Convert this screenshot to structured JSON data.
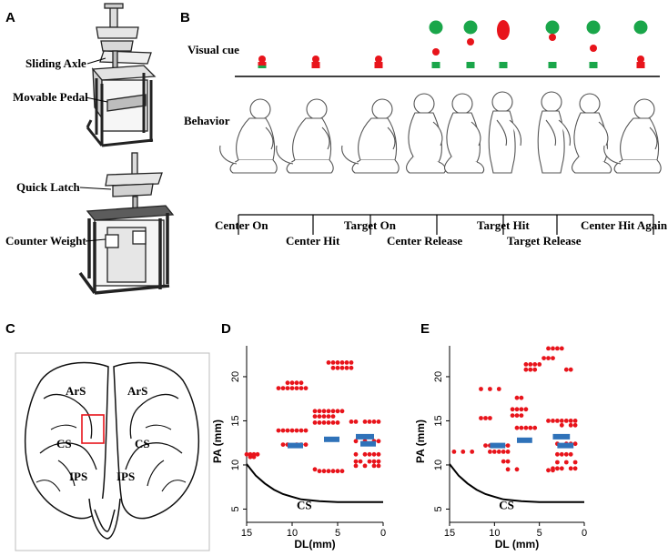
{
  "panels": {
    "A": "A",
    "B": "B",
    "C": "C",
    "D": "D",
    "E": "E"
  },
  "apparatus_labels": [
    "Sliding Axle",
    "Movable Pedal",
    "Quick Latch",
    "Counter Weight"
  ],
  "rows": {
    "visual_cue": "Visual cue",
    "behavior": "Behavior"
  },
  "events": [
    "Center On",
    "Center Hit",
    "Target On",
    "Center Release",
    "Target Hit",
    "Target Release",
    "Center Hit Again"
  ],
  "brain_labels": {
    "ars_left": "ArS",
    "ars_right": "ArS",
    "cs_left": "CS",
    "cs_right": "CS",
    "ips_left": "IPS",
    "ips_right": "IPS"
  },
  "colors": {
    "red": "#e8141b",
    "green": "#1aa64a",
    "blue": "#2f72b9",
    "black": "#000000"
  },
  "chart_data": [
    {
      "panel": "D",
      "type": "scatter",
      "xlabel": "DL(mm)",
      "ylabel": "PA (mm)",
      "xlim": [
        15,
        0
      ],
      "ylim": [
        3.5,
        23.5
      ],
      "xticks": [
        15,
        10,
        5,
        0
      ],
      "yticks": [
        5,
        10,
        15,
        20
      ],
      "curve_label": "CS",
      "curve": [
        [
          15,
          10.1
        ],
        [
          14,
          8.8
        ],
        [
          13,
          7.9
        ],
        [
          12,
          7.2
        ],
        [
          11,
          6.7
        ],
        [
          10,
          6.4
        ],
        [
          9,
          6.1
        ],
        [
          8,
          6.0
        ],
        [
          7,
          5.9
        ],
        [
          6,
          5.85
        ],
        [
          5,
          5.8
        ],
        [
          4,
          5.8
        ],
        [
          3,
          5.8
        ],
        [
          2,
          5.8
        ],
        [
          1,
          5.8
        ],
        [
          0,
          5.8
        ]
      ],
      "points": [
        [
          15,
          11.2
        ],
        [
          14.6,
          11.2
        ],
        [
          14.2,
          11.2
        ],
        [
          13.8,
          11.2
        ],
        [
          14.6,
          10.9
        ],
        [
          14.2,
          10.9
        ],
        [
          11.5,
          13.9
        ],
        [
          11,
          13.9
        ],
        [
          10.5,
          13.9
        ],
        [
          10,
          13.9
        ],
        [
          9.5,
          13.9
        ],
        [
          9,
          13.9
        ],
        [
          8.5,
          13.9
        ],
        [
          11.5,
          18.7
        ],
        [
          11,
          18.7
        ],
        [
          10.5,
          18.7
        ],
        [
          10,
          18.7
        ],
        [
          9.5,
          18.7
        ],
        [
          9,
          18.7
        ],
        [
          8.5,
          18.7
        ],
        [
          10.5,
          19.3
        ],
        [
          10,
          19.3
        ],
        [
          9.5,
          19.3
        ],
        [
          9,
          19.3
        ],
        [
          11,
          12.3
        ],
        [
          10.5,
          12.3
        ],
        [
          9.5,
          12.3
        ],
        [
          9,
          12.3
        ],
        [
          8.5,
          12.3
        ],
        [
          7.5,
          16.1
        ],
        [
          7,
          16.1
        ],
        [
          6.5,
          16.1
        ],
        [
          6,
          16.1
        ],
        [
          5.5,
          16.1
        ],
        [
          5,
          16.1
        ],
        [
          4.5,
          16.1
        ],
        [
          7.5,
          15.5
        ],
        [
          7,
          15.5
        ],
        [
          6.5,
          15.5
        ],
        [
          6,
          15.5
        ],
        [
          5.5,
          15.5
        ],
        [
          7.5,
          14.8
        ],
        [
          7,
          14.8
        ],
        [
          6.5,
          14.8
        ],
        [
          6,
          14.8
        ],
        [
          5.5,
          14.8
        ],
        [
          5,
          14.8
        ],
        [
          7,
          9.3
        ],
        [
          6.5,
          9.3
        ],
        [
          6,
          9.3
        ],
        [
          5.5,
          9.3
        ],
        [
          5,
          9.3
        ],
        [
          4.5,
          9.3
        ],
        [
          7.5,
          9.5
        ],
        [
          6,
          21.6
        ],
        [
          5.5,
          21.6
        ],
        [
          5,
          21.6
        ],
        [
          4.5,
          21.6
        ],
        [
          4,
          21.6
        ],
        [
          3.5,
          21.6
        ],
        [
          5.5,
          21.0
        ],
        [
          5,
          21.0
        ],
        [
          4.5,
          21.0
        ],
        [
          4,
          21.0
        ],
        [
          3.5,
          21.0
        ],
        [
          3.5,
          14.9
        ],
        [
          3,
          14.9
        ],
        [
          2,
          14.9
        ],
        [
          1.5,
          14.9
        ],
        [
          1,
          14.9
        ],
        [
          0.5,
          14.9
        ],
        [
          3,
          11.2
        ],
        [
          2,
          11.2
        ],
        [
          1.5,
          11.2
        ],
        [
          1,
          11.2
        ],
        [
          0.5,
          11.2
        ],
        [
          3,
          10.4
        ],
        [
          2.5,
          10.4
        ],
        [
          1.5,
          10.4
        ],
        [
          1,
          10.4
        ],
        [
          0.5,
          10.4
        ],
        [
          3,
          9.9
        ],
        [
          2,
          9.9
        ],
        [
          1,
          9.9
        ],
        [
          0.5,
          9.9
        ],
        [
          3,
          12.7
        ],
        [
          2,
          12.7
        ],
        [
          1,
          12.7
        ],
        [
          0.5,
          12.7
        ]
      ],
      "bars": [
        [
          10.5,
          8.8,
          12.2
        ],
        [
          6.5,
          4.8,
          12.9
        ],
        [
          3,
          1,
          13.2
        ],
        [
          2.5,
          0.8,
          12.4
        ]
      ]
    },
    {
      "panel": "E",
      "type": "scatter",
      "xlabel": "DL (mm)",
      "ylabel": "PA (mm)",
      "xlim": [
        15,
        0
      ],
      "ylim": [
        3.5,
        23.5
      ],
      "xticks": [
        15,
        10,
        5,
        0
      ],
      "yticks": [
        5,
        10,
        15,
        20
      ],
      "curve_label": "CS",
      "curve": [
        [
          15,
          10.1
        ],
        [
          14,
          8.8
        ],
        [
          13,
          7.9
        ],
        [
          12,
          7.2
        ],
        [
          11,
          6.7
        ],
        [
          10,
          6.4
        ],
        [
          9,
          6.1
        ],
        [
          8,
          6.0
        ],
        [
          7,
          5.9
        ],
        [
          6,
          5.85
        ],
        [
          5,
          5.8
        ],
        [
          4,
          5.8
        ],
        [
          3,
          5.8
        ],
        [
          2,
          5.8
        ],
        [
          1,
          5.8
        ],
        [
          0,
          5.8
        ]
      ],
      "points": [
        [
          14.5,
          11.5
        ],
        [
          13.5,
          11.5
        ],
        [
          12.5,
          11.5
        ],
        [
          11.5,
          18.6
        ],
        [
          10.5,
          18.6
        ],
        [
          9.5,
          18.6
        ],
        [
          11.5,
          15.3
        ],
        [
          11,
          15.3
        ],
        [
          10.5,
          15.3
        ],
        [
          11,
          12.2
        ],
        [
          10.5,
          12.2
        ],
        [
          10,
          12.2
        ],
        [
          9.5,
          12.2
        ],
        [
          9,
          12.2
        ],
        [
          8.5,
          12.2
        ],
        [
          10.5,
          11.5
        ],
        [
          10,
          11.5
        ],
        [
          9.5,
          11.5
        ],
        [
          9,
          11.5
        ],
        [
          8.5,
          11.5
        ],
        [
          9,
          10.4
        ],
        [
          8.5,
          10.4
        ],
        [
          8.5,
          9.5
        ],
        [
          7.5,
          9.5
        ],
        [
          8,
          16.3
        ],
        [
          7.5,
          16.3
        ],
        [
          7,
          16.3
        ],
        [
          6.5,
          16.3
        ],
        [
          8,
          15.6
        ],
        [
          7.5,
          15.6
        ],
        [
          7,
          15.6
        ],
        [
          7.5,
          17.6
        ],
        [
          7,
          17.6
        ],
        [
          7.5,
          14.2
        ],
        [
          7,
          14.2
        ],
        [
          6.5,
          14.2
        ],
        [
          6,
          14.2
        ],
        [
          5.5,
          14.2
        ],
        [
          6.5,
          21.4
        ],
        [
          6,
          21.4
        ],
        [
          5.5,
          21.4
        ],
        [
          5,
          21.4
        ],
        [
          6.5,
          20.8
        ],
        [
          6,
          20.8
        ],
        [
          5.5,
          20.8
        ],
        [
          4.5,
          22.1
        ],
        [
          4,
          22.1
        ],
        [
          3.5,
          22.1
        ],
        [
          4,
          23.2
        ],
        [
          3.5,
          23.2
        ],
        [
          3,
          23.2
        ],
        [
          2.5,
          23.2
        ],
        [
          4,
          15.0
        ],
        [
          3.5,
          15.0
        ],
        [
          3,
          15.0
        ],
        [
          2.5,
          15.0
        ],
        [
          2,
          15.0
        ],
        [
          1.5,
          15.0
        ],
        [
          1,
          15.0
        ],
        [
          2.5,
          14.5
        ],
        [
          1.5,
          14.5
        ],
        [
          1,
          14.5
        ],
        [
          3,
          12.4
        ],
        [
          2,
          12.4
        ],
        [
          1.5,
          12.4
        ],
        [
          1,
          12.4
        ],
        [
          3,
          11.2
        ],
        [
          2.5,
          11.2
        ],
        [
          2,
          11.2
        ],
        [
          1.5,
          11.2
        ],
        [
          2,
          20.8
        ],
        [
          1.5,
          20.8
        ],
        [
          3.5,
          9.6
        ],
        [
          3,
          9.6
        ],
        [
          2.5,
          9.6
        ],
        [
          1.5,
          9.6
        ],
        [
          1,
          9.6
        ],
        [
          3,
          10.3
        ],
        [
          2,
          10.3
        ],
        [
          1,
          10.3
        ],
        [
          4,
          9.4
        ],
        [
          3.5,
          9.4
        ]
      ],
      "bars": [
        [
          10.5,
          8.8,
          12.2
        ],
        [
          7.5,
          5.8,
          12.8
        ],
        [
          3.5,
          1.6,
          13.2
        ],
        [
          3,
          1.2,
          12.2
        ]
      ]
    }
  ]
}
